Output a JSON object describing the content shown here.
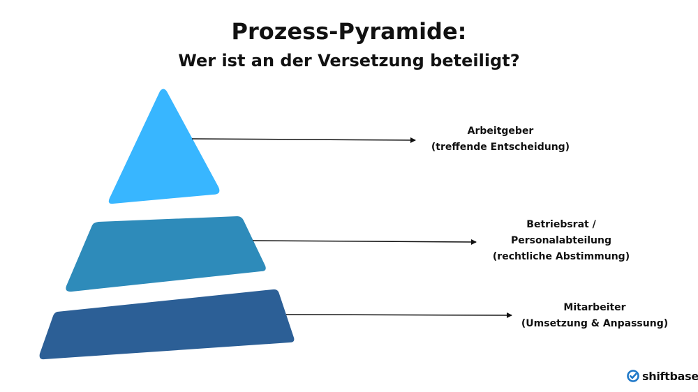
{
  "title": {
    "line1": "Prozess-Pyramide:",
    "line2": "Wer ist an der Versetzung beteiligt?"
  },
  "levels": [
    {
      "name": "Arbeitgeber",
      "role": "(treffende Entscheidung)",
      "color": "#38b6ff"
    },
    {
      "name_line1": "Betriebsrat /",
      "name_line2": "Personalabteilung",
      "role": "(rechtliche Abstimmung)",
      "color": "#2e8bba"
    },
    {
      "name": "Mitarbeiter",
      "role": "(Umsetzung & Anpassung)",
      "color": "#2c5f96"
    }
  ],
  "brand": {
    "name": "shiftbase",
    "icon": "check-circle-icon",
    "color": "#1e78c8"
  }
}
